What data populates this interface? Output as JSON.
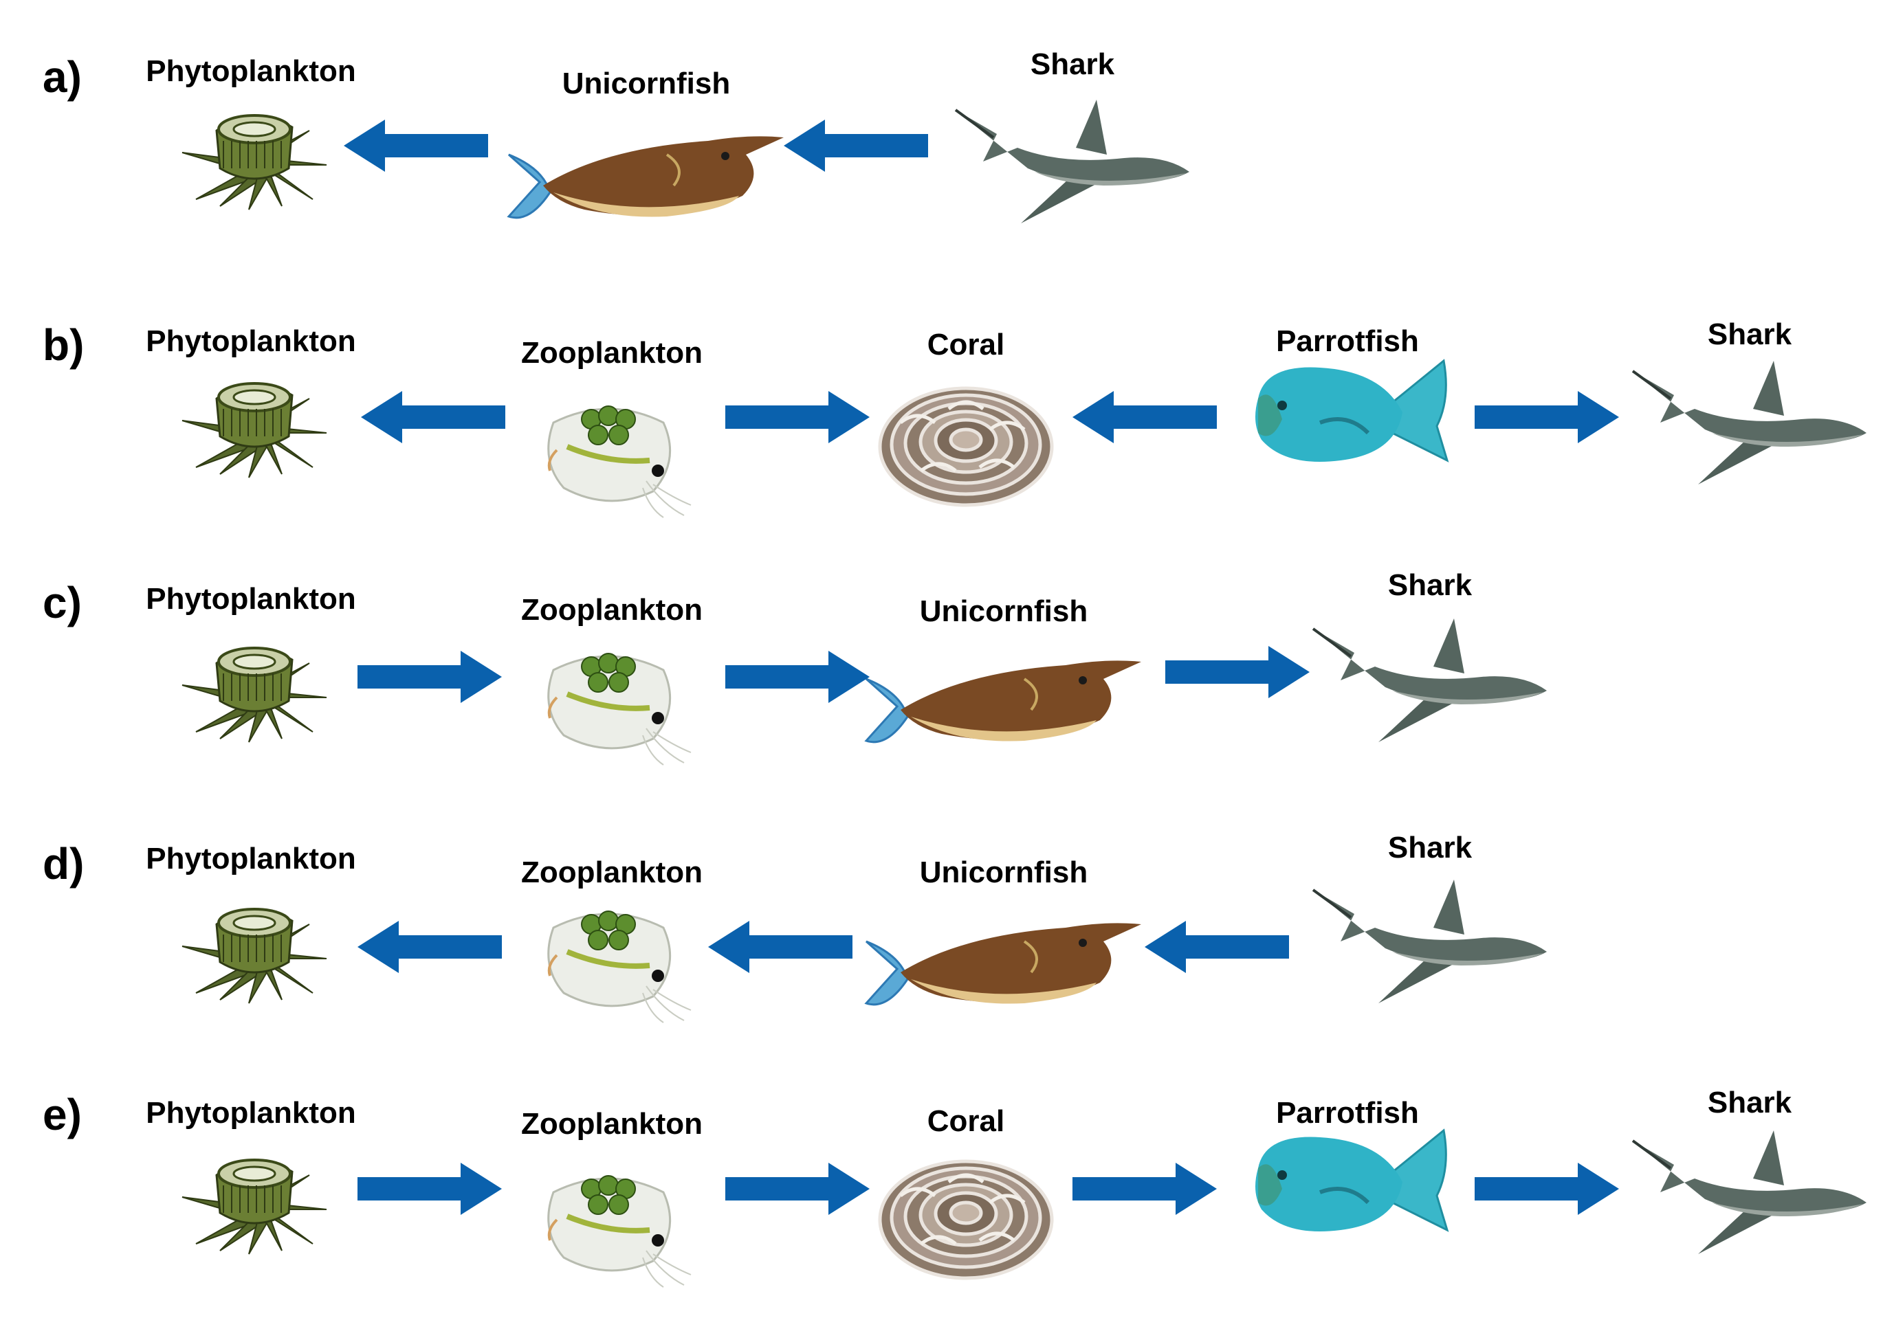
{
  "colors": {
    "arrow": "#0a61ad",
    "text": "#000000"
  },
  "organism_icons": {
    "phytoplankton": "phytoplankton-icon",
    "zooplankton": "zooplankton-icon",
    "coral": "coral-icon",
    "unicornfish": "unicornfish-icon",
    "parrotfish": "parrotfish-icon",
    "shark": "shark-icon"
  },
  "rows": [
    {
      "letter": "a)",
      "organisms": [
        {
          "type": "phytoplankton",
          "label": "Phytoplankton"
        },
        {
          "type": "unicornfish",
          "label": "Unicornfish"
        },
        {
          "type": "shark",
          "label": "Shark"
        }
      ],
      "arrows": [
        "left",
        "left"
      ]
    },
    {
      "letter": "b)",
      "organisms": [
        {
          "type": "phytoplankton",
          "label": "Phytoplankton"
        },
        {
          "type": "zooplankton",
          "label": "Zooplankton"
        },
        {
          "type": "coral",
          "label": "Coral"
        },
        {
          "type": "parrotfish",
          "label": "Parrotfish"
        },
        {
          "type": "shark",
          "label": "Shark"
        }
      ],
      "arrows": [
        "left",
        "right",
        "left",
        "right"
      ]
    },
    {
      "letter": "c)",
      "organisms": [
        {
          "type": "phytoplankton",
          "label": "Phytoplankton"
        },
        {
          "type": "zooplankton",
          "label": "Zooplankton"
        },
        {
          "type": "unicornfish",
          "label": "Unicornfish"
        },
        {
          "type": "shark",
          "label": "Shark"
        }
      ],
      "arrows": [
        "right",
        "right",
        "right"
      ]
    },
    {
      "letter": "d)",
      "organisms": [
        {
          "type": "phytoplankton",
          "label": "Phytoplankton"
        },
        {
          "type": "zooplankton",
          "label": "Zooplankton"
        },
        {
          "type": "unicornfish",
          "label": "Unicornfish"
        },
        {
          "type": "shark",
          "label": "Shark"
        }
      ],
      "arrows": [
        "left",
        "left",
        "left"
      ]
    },
    {
      "letter": "e)",
      "organisms": [
        {
          "type": "phytoplankton",
          "label": "Phytoplankton"
        },
        {
          "type": "zooplankton",
          "label": "Zooplankton"
        },
        {
          "type": "coral",
          "label": "Coral"
        },
        {
          "type": "parrotfish",
          "label": "Parrotfish"
        },
        {
          "type": "shark",
          "label": "Shark"
        }
      ],
      "arrows": [
        "right",
        "right",
        "right",
        "right"
      ]
    }
  ]
}
